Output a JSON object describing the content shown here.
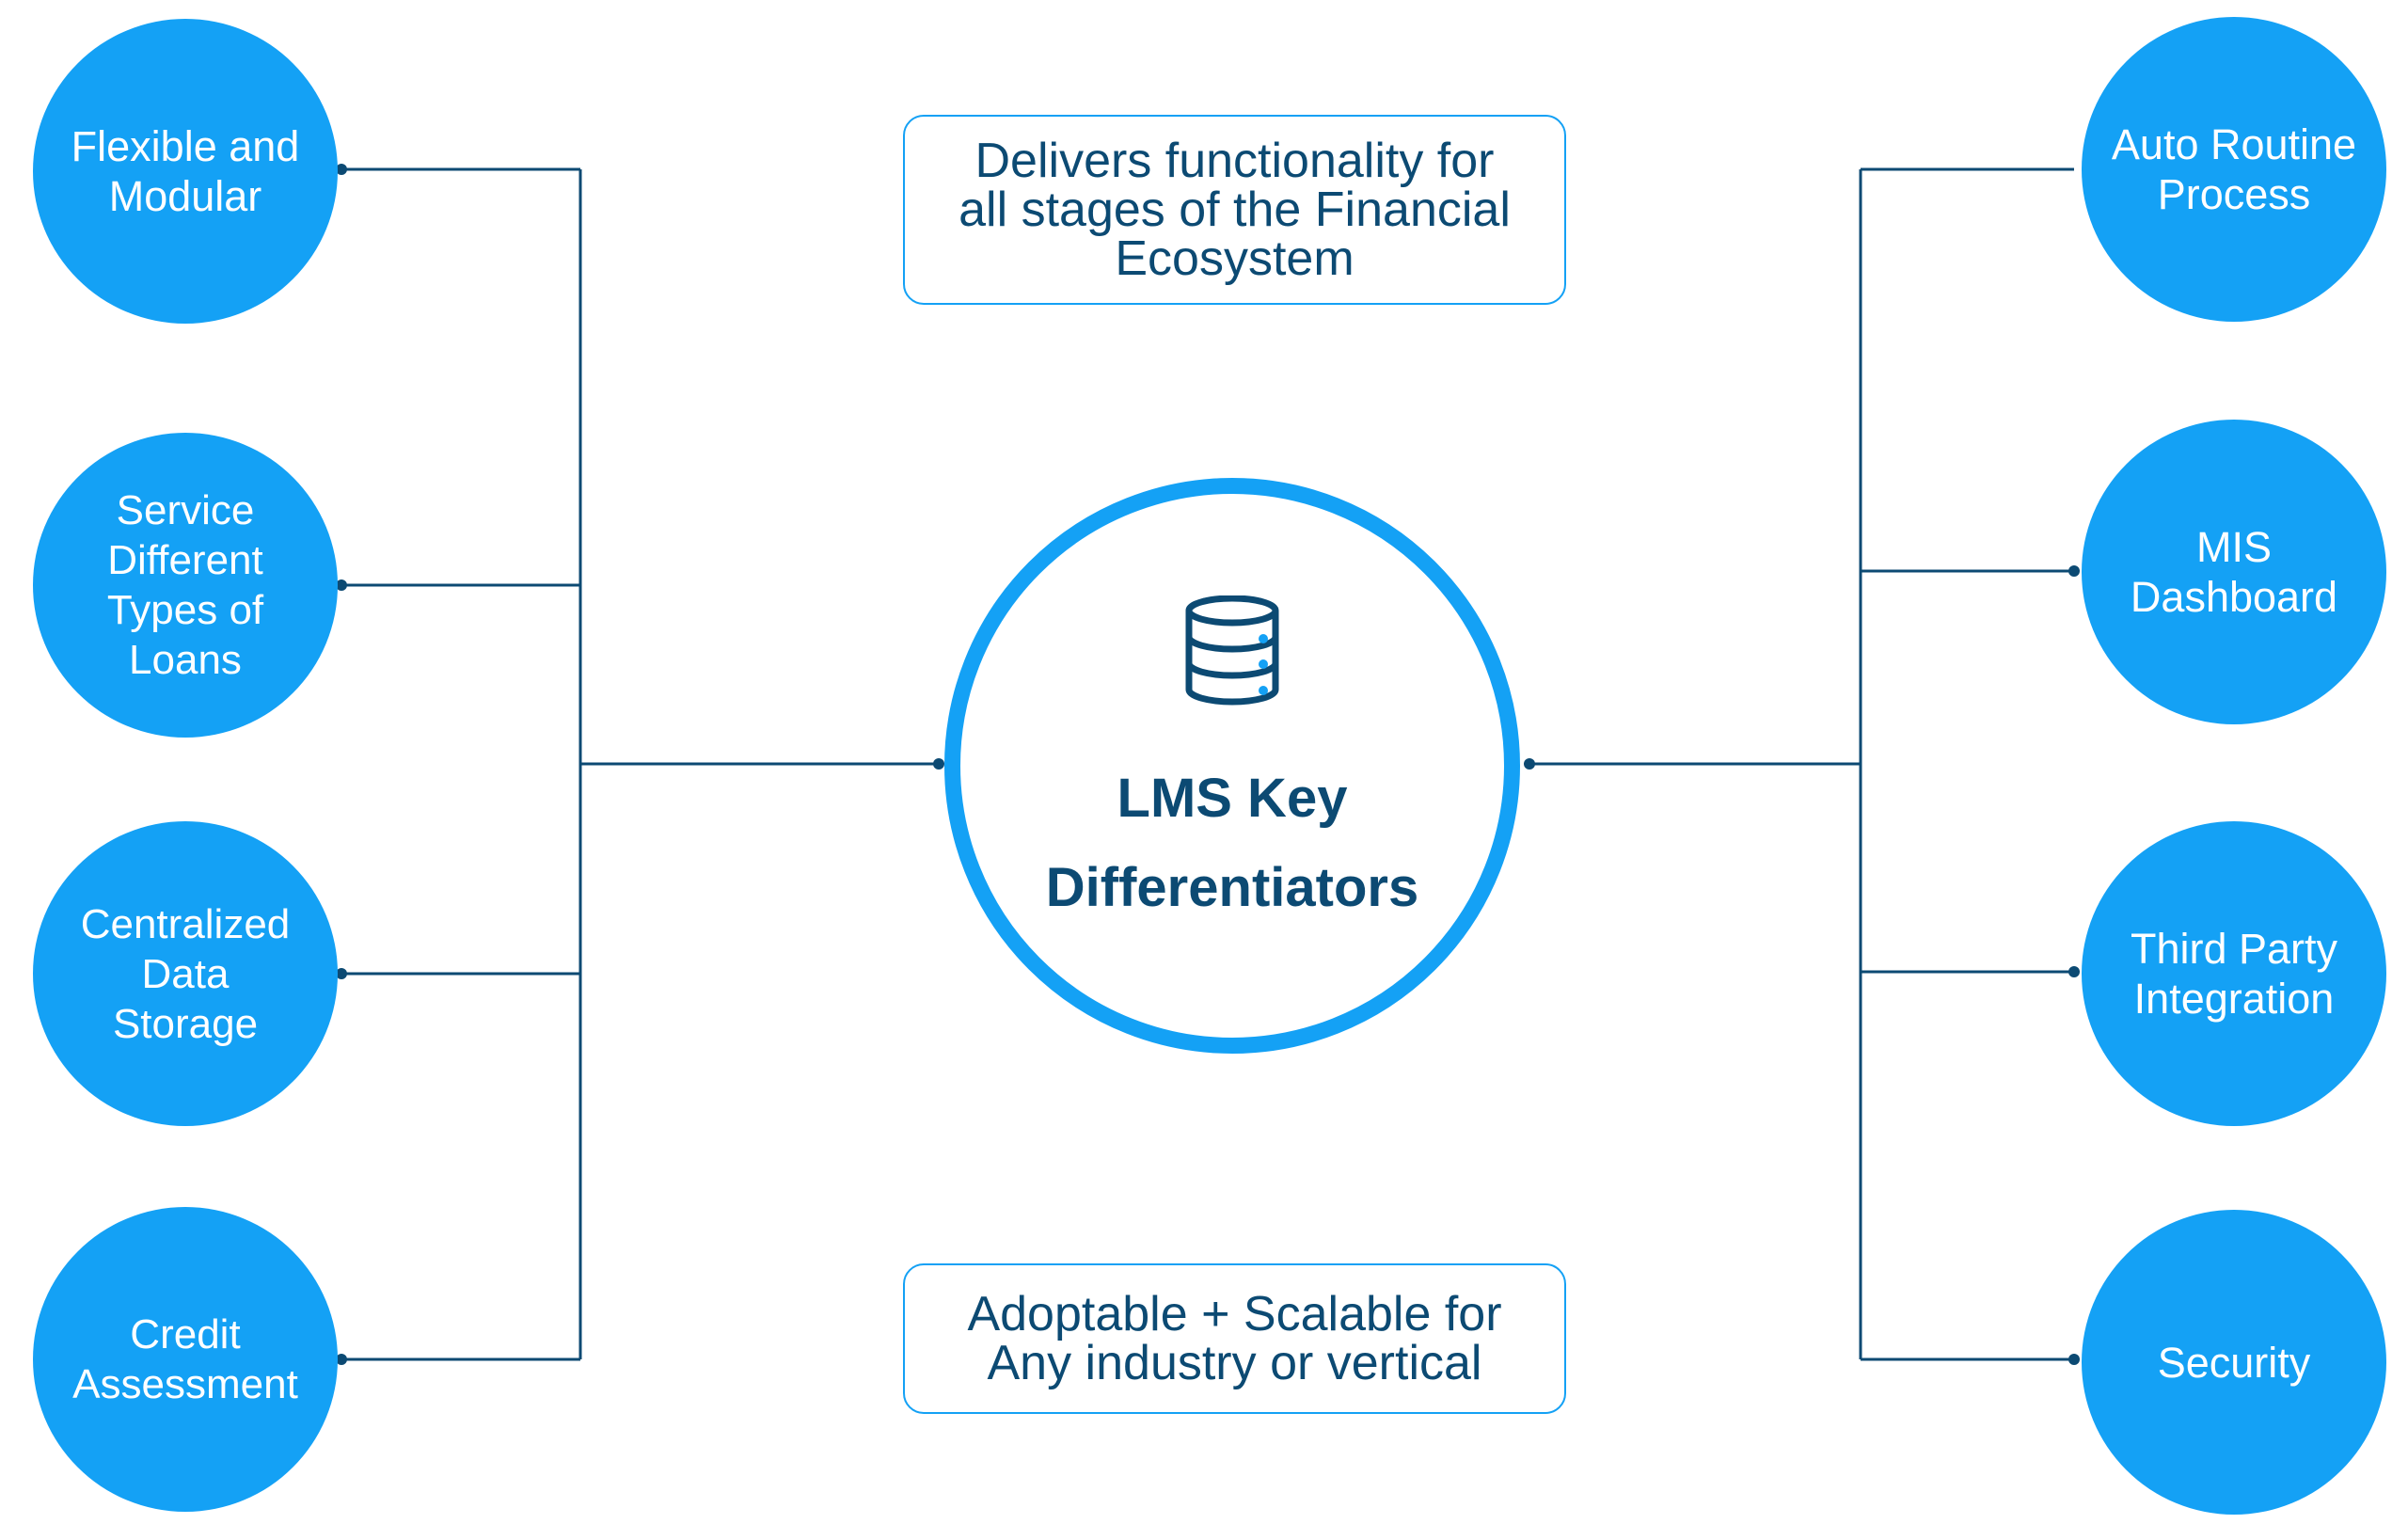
{
  "hub": {
    "title_line1": "LMS Key",
    "title_line2": "Differentiators",
    "icon": "database-icon"
  },
  "notes": {
    "top": {
      "line1": "Delivers functionality for",
      "line2": "all stages of the Financial",
      "line3": "Ecosystem"
    },
    "bottom": {
      "line1": "Adoptable + Scalable for",
      "line2": "Any industry or vertical"
    }
  },
  "left_nodes": [
    {
      "line1": "Flexible and",
      "line2": "Modular"
    },
    {
      "line1": "Service",
      "line2": "Different",
      "line3": "Types of",
      "line4": "Loans"
    },
    {
      "line1": "Centralized",
      "line2": "Data",
      "line3": "Storage"
    },
    {
      "line1": "Credit",
      "line2": "Assessment"
    }
  ],
  "right_nodes": [
    {
      "line1": "Auto Routine",
      "line2": "Process"
    },
    {
      "line1": "MIS",
      "line2": "Dashboard"
    },
    {
      "line1": "Third Party",
      "line2": "Integration"
    },
    {
      "line1": "Security"
    }
  ],
  "colors": {
    "node_fill": "#14a1f5",
    "connector": "#0c4a73",
    "text_dark": "#0c4a73",
    "text_light": "#ffffff"
  }
}
